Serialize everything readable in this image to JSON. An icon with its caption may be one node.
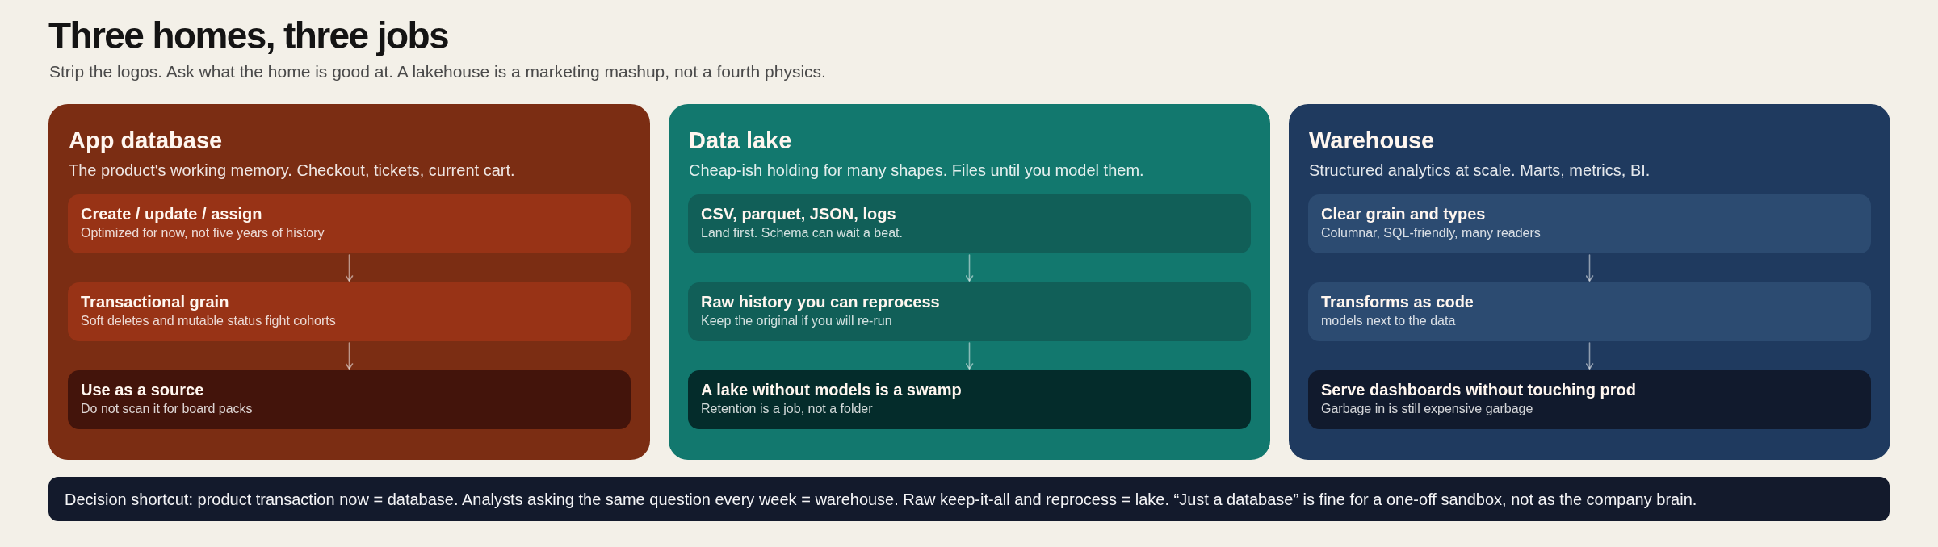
{
  "diagram": {
    "title": "Three homes, three jobs",
    "nodes": [
      {
        "text": [
          "App database",
          "The product's working memory. Checkout, tickets, current cart."
        ]
      },
      {
        "text": [
          "Create / update / assign",
          "Optimized for now, not five years of history"
        ],
        "in": 0
      },
      {
        "text": [
          "Transactional grain",
          "Soft deletes and mutable status fight cohorts"
        ],
        "in": 0
      },
      {
        "text": [
          "Use as a source",
          "Do not scan it for board packs"
        ],
        "in": 0
      },
      {
        "text": [
          "Data lake",
          "Cheap-ish holding for many shapes. Files until you model them."
        ]
      },
      {
        "text": [
          "CSV, parquet, JSON, logs",
          "Land first. Schema can wait a beat."
        ],
        "in": 4
      },
      {
        "text": [
          "Raw history you can reprocess",
          "Keep the original if you will re-run"
        ],
        "in": 4
      },
      {
        "text": [
          "A lake without models is a swamp",
          "Retention is a job, not a folder"
        ],
        "in": 4
      },
      {
        "text": [
          "Warehouse",
          "Structured analytics at scale. Marts, metrics, BI."
        ]
      },
      {
        "text": [
          "Clear grain and types",
          "Columnar, SQL-friendly, many readers"
        ],
        "in": 8
      },
      {
        "text": [
          "Transforms as code",
          "models next to the data"
        ],
        "in": 8
      },
      {
        "text": [
          "Serve dashboards without touching prod",
          "Garbage in is still expensive garbage"
        ],
        "in": 8
      },
      {
        "text": [
          "Decision shortcut: product transaction now = database. Analysts asking the same question every week = warehouse. Raw keep-it-all and reprocess = lake. “Just a database” is fine for a one-off sandbox, not as the company brain."
        ]
      }
    ],
    "edges": [
      {
        "from": 1,
        "to": 2,
        "arrow": "to"
      },
      {
        "from": 2,
        "to": 3,
        "arrow": "to"
      },
      {
        "from": 5,
        "to": 6,
        "arrow": "to"
      },
      {
        "from": 6,
        "to": 7,
        "arrow": "to"
      },
      {
        "from": 9,
        "to": 10,
        "arrow": "to"
      },
      {
        "from": 10,
        "to": 11,
        "arrow": "to"
      }
    ],
    "labels": [
      "Strip the logos. Ask what the home is good at. A lakehouse is a marketing mashup, not a fourth physics."
    ]
  }
}
